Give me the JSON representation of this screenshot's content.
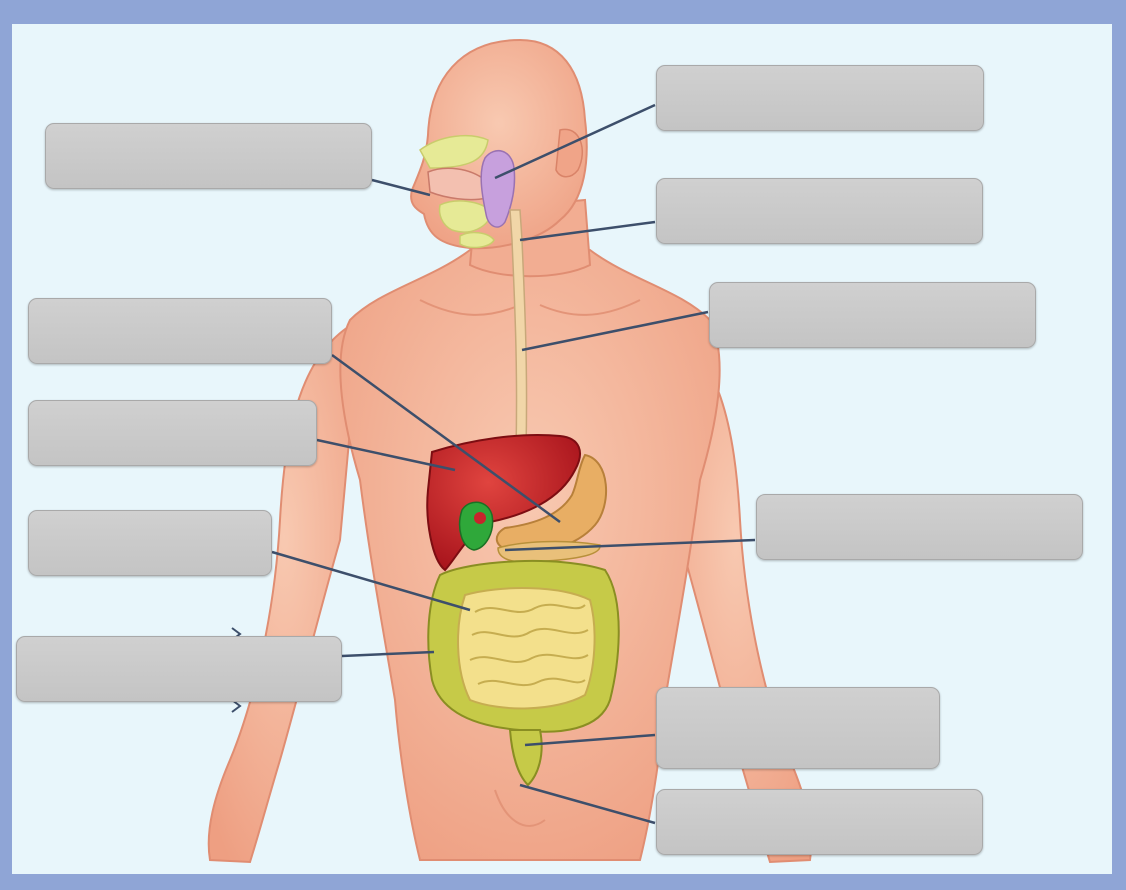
{
  "diagram": {
    "labels": [
      {
        "id": "mouth",
        "text": ""
      },
      {
        "id": "salivary-gland",
        "text": ""
      },
      {
        "id": "pharynx",
        "text": ""
      },
      {
        "id": "esophagus",
        "text": ""
      },
      {
        "id": "stomach",
        "text": ""
      },
      {
        "id": "liver",
        "text": ""
      },
      {
        "id": "pancreas",
        "text": ""
      },
      {
        "id": "small-intestine",
        "text": ""
      },
      {
        "id": "large-intestine",
        "text": ""
      },
      {
        "id": "rectum",
        "text": ""
      },
      {
        "id": "anus",
        "text": ""
      }
    ]
  },
  "colors": {
    "frame": "#8fa5d6",
    "background": "#e8f6fb",
    "skin": "#f4b59a",
    "skin_shadow": "#e8967a",
    "label_box": "#c9c9c9",
    "leader_line": "#3d4f6b",
    "liver": "#c8242c",
    "gallbladder": "#2fa83a",
    "stomach": "#e8b06a",
    "small_intestine": "#f1de8a",
    "large_intestine": "#c2c94a",
    "salivary_gland": "#c39ad9",
    "tongue_palate": "#e9ec9a"
  }
}
